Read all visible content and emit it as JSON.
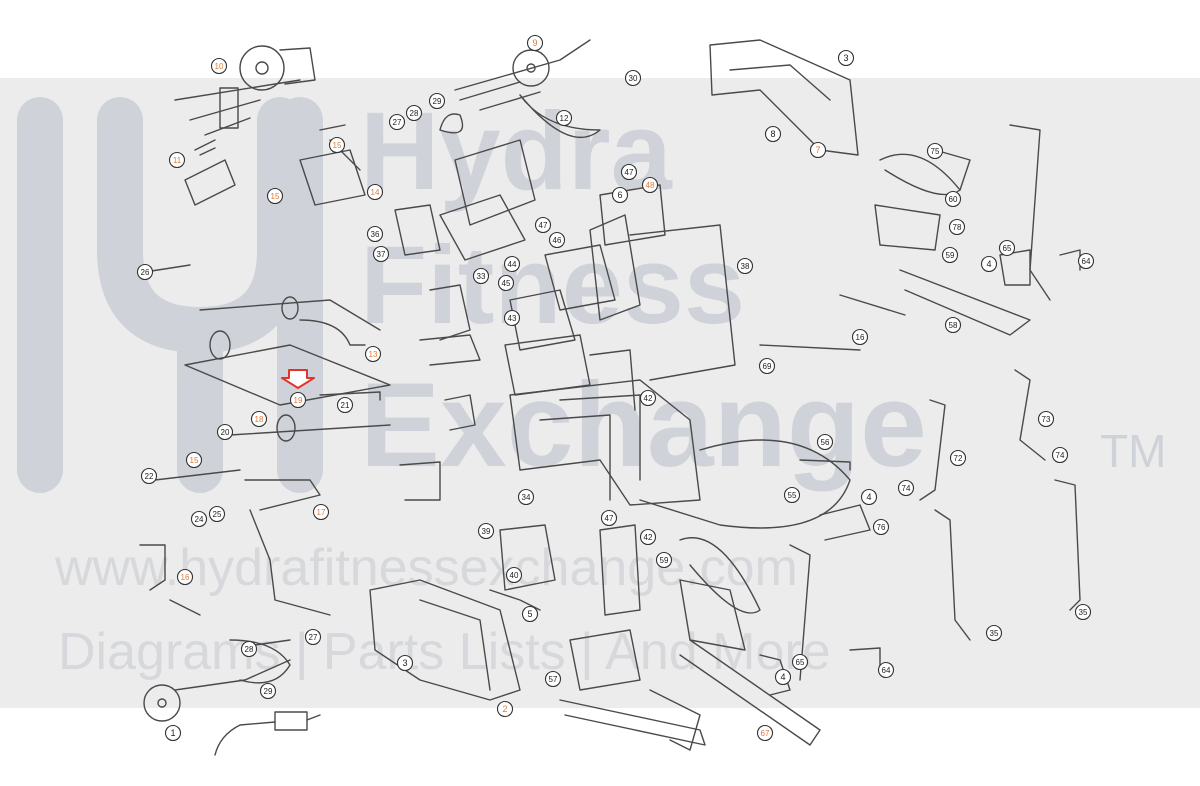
{
  "watermark": {
    "brand_word_1": "Hydra",
    "brand_word_2": "Fitness",
    "brand_word_3": "Exchange",
    "trademark": "TM",
    "url": "www.hydrafitnessexchange.com",
    "tagline": "Diagrams | Parts Lists | And More"
  },
  "colors": {
    "line": "#4a4a4a",
    "callout_black": "#222222",
    "callout_orange": "#e07a3a",
    "highlight_arrow": "#e0352b",
    "watermark": "#cfd3d9"
  },
  "callouts": [
    {
      "label": "10",
      "tone": "orange"
    },
    {
      "label": "9",
      "tone": "orange"
    },
    {
      "label": "3",
      "tone": "black"
    },
    {
      "label": "30",
      "tone": "black"
    },
    {
      "label": "28",
      "tone": "black"
    },
    {
      "label": "29",
      "tone": "black"
    },
    {
      "label": "27",
      "tone": "black"
    },
    {
      "label": "12",
      "tone": "black"
    },
    {
      "label": "11",
      "tone": "orange"
    },
    {
      "label": "15",
      "tone": "orange"
    },
    {
      "label": "15",
      "tone": "orange"
    },
    {
      "label": "14",
      "tone": "orange"
    },
    {
      "label": "36",
      "tone": "black"
    },
    {
      "label": "37",
      "tone": "black"
    },
    {
      "label": "7",
      "tone": "orange"
    },
    {
      "label": "8",
      "tone": "black"
    },
    {
      "label": "47",
      "tone": "black"
    },
    {
      "label": "48",
      "tone": "orange"
    },
    {
      "label": "6",
      "tone": "black"
    },
    {
      "label": "26",
      "tone": "black"
    },
    {
      "label": "44",
      "tone": "black"
    },
    {
      "label": "45",
      "tone": "black"
    },
    {
      "label": "46",
      "tone": "black"
    },
    {
      "label": "47",
      "tone": "black"
    },
    {
      "label": "33",
      "tone": "black"
    },
    {
      "label": "43",
      "tone": "black"
    },
    {
      "label": "38",
      "tone": "black"
    },
    {
      "label": "13",
      "tone": "orange"
    },
    {
      "label": "19",
      "tone": "orange"
    },
    {
      "label": "21",
      "tone": "black"
    },
    {
      "label": "18",
      "tone": "orange"
    },
    {
      "label": "20",
      "tone": "black"
    },
    {
      "label": "15",
      "tone": "orange"
    },
    {
      "label": "22",
      "tone": "black"
    },
    {
      "label": "24",
      "tone": "black"
    },
    {
      "label": "25",
      "tone": "black"
    },
    {
      "label": "17",
      "tone": "orange"
    },
    {
      "label": "16",
      "tone": "orange"
    },
    {
      "label": "75",
      "tone": "black"
    },
    {
      "label": "60",
      "tone": "black"
    },
    {
      "label": "78",
      "tone": "black"
    },
    {
      "label": "59",
      "tone": "black"
    },
    {
      "label": "65",
      "tone": "black"
    },
    {
      "label": "4",
      "tone": "black"
    },
    {
      "label": "64",
      "tone": "black"
    },
    {
      "label": "58",
      "tone": "black"
    },
    {
      "label": "16",
      "tone": "black"
    },
    {
      "label": "69",
      "tone": "black"
    },
    {
      "label": "73",
      "tone": "black"
    },
    {
      "label": "72",
      "tone": "black"
    },
    {
      "label": "74",
      "tone": "black"
    },
    {
      "label": "74",
      "tone": "black"
    },
    {
      "label": "56",
      "tone": "black"
    },
    {
      "label": "55",
      "tone": "black"
    },
    {
      "label": "4",
      "tone": "black"
    },
    {
      "label": "76",
      "tone": "black"
    },
    {
      "label": "35",
      "tone": "black"
    },
    {
      "label": "35",
      "tone": "black"
    },
    {
      "label": "42",
      "tone": "black"
    },
    {
      "label": "42",
      "tone": "black"
    },
    {
      "label": "34",
      "tone": "black"
    },
    {
      "label": "39",
      "tone": "black"
    },
    {
      "label": "40",
      "tone": "black"
    },
    {
      "label": "47",
      "tone": "black"
    },
    {
      "label": "59",
      "tone": "black"
    },
    {
      "label": "5",
      "tone": "black"
    },
    {
      "label": "3",
      "tone": "black"
    },
    {
      "label": "2",
      "tone": "orange"
    },
    {
      "label": "57",
      "tone": "black"
    },
    {
      "label": "65",
      "tone": "black"
    },
    {
      "label": "4",
      "tone": "black"
    },
    {
      "label": "64",
      "tone": "black"
    },
    {
      "label": "67",
      "tone": "orange"
    },
    {
      "label": "27",
      "tone": "black"
    },
    {
      "label": "28",
      "tone": "black"
    },
    {
      "label": "29",
      "tone": "black"
    },
    {
      "label": "1",
      "tone": "black"
    }
  ]
}
